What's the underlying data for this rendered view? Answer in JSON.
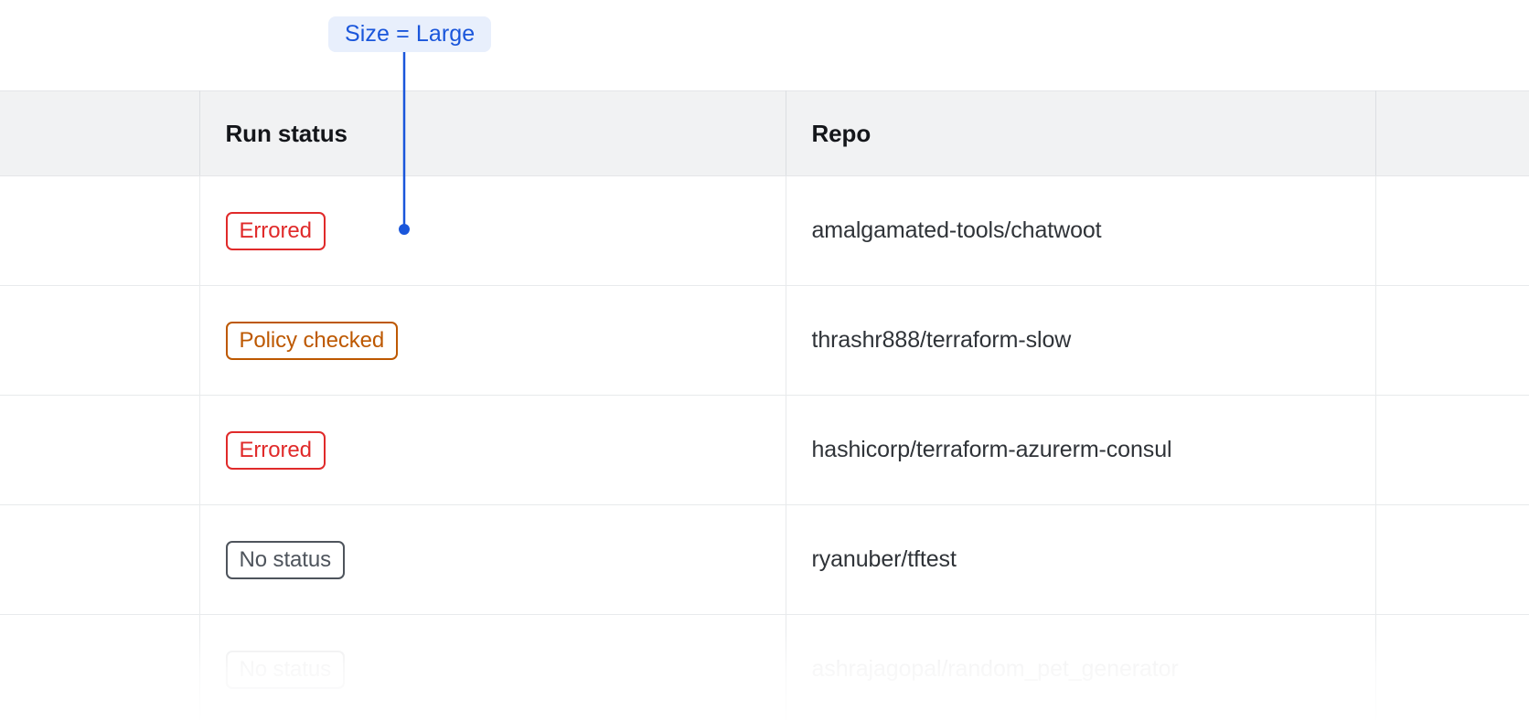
{
  "annotation": {
    "badge_label": "Size = Large",
    "badge_bg": "#e8effc",
    "badge_color": "#1a56db",
    "connector_color": "#1a56db"
  },
  "table": {
    "columns": [
      {
        "key": "select",
        "label": ""
      },
      {
        "key": "status",
        "label": "Run status"
      },
      {
        "key": "repo",
        "label": "Repo"
      },
      {
        "key": "tail",
        "label": ""
      }
    ],
    "rows": [
      {
        "status": "Errored",
        "status_kind": "errored",
        "repo": "amalgamated-tools/chatwoot"
      },
      {
        "status": "Policy checked",
        "status_kind": "policy",
        "repo": "thrashr888/terraform-slow"
      },
      {
        "status": "Errored",
        "status_kind": "errored",
        "repo": "hashicorp/terraform-azurerm-consul"
      },
      {
        "status": "No status",
        "status_kind": "none",
        "repo": "ryanuber/tftest"
      },
      {
        "status": "No status",
        "status_kind": "none",
        "repo": "ashrajagopal/random_pet_generator"
      }
    ],
    "status_colors": {
      "errored": "#e02a2a",
      "policy": "#bd5800",
      "none": "#4e545c"
    },
    "header_bg": "#f1f2f3",
    "border_color": "#e8eaec"
  }
}
